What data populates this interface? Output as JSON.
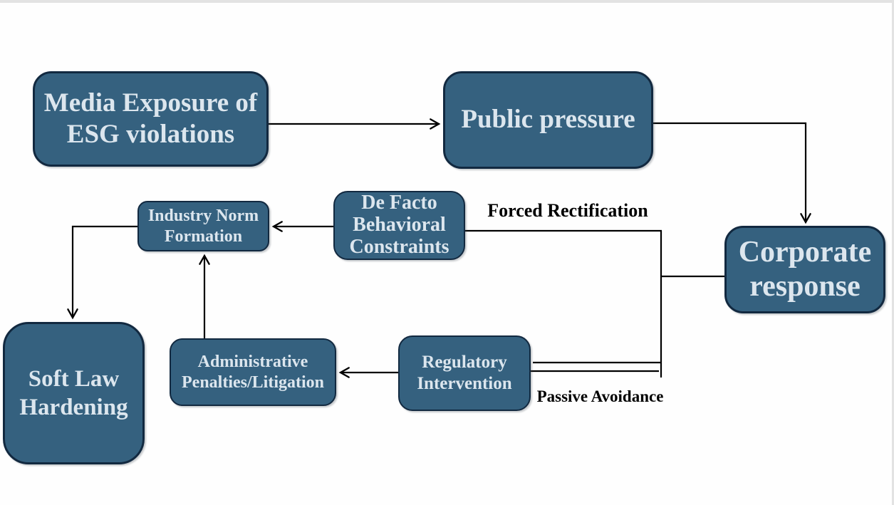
{
  "colors": {
    "canvas_bg": "#fefefe",
    "edge_bar": "#e3e3e3",
    "node_fill": "#35617f",
    "node_border": "#122940",
    "node_text": "#dce6ee",
    "connector_color": "#000000",
    "label_text": "#000000"
  },
  "nodes": {
    "media": {
      "label": "Media Exposure of\nESG violations"
    },
    "public": {
      "label": "Public pressure"
    },
    "corporate": {
      "label": "Corporate\nresponse"
    },
    "defacto": {
      "label": "De Facto\nBehavioral\nConstraints"
    },
    "industry": {
      "label": "Industry Norm\nFormation"
    },
    "regulatory": {
      "label": "Regulatory\nIntervention"
    },
    "admin": {
      "label": "Administrative\nPenalties/Litigation"
    },
    "softlaw": {
      "label": "Soft Law\nHardening"
    }
  },
  "edge_labels": {
    "forced_rectification": "Forced Rectification",
    "passive_avoidance": "Passive Avoidance"
  },
  "edges": [
    {
      "from": "Media Exposure of ESG violations",
      "to": "Public pressure",
      "label": "",
      "arrowhead": true
    },
    {
      "from": "Public pressure",
      "to": "Corporate response",
      "label": "",
      "arrowhead": true
    },
    {
      "from": "Corporate response",
      "to": "De Facto Behavioral Constraints",
      "label": "Forced Rectification",
      "arrowhead": false
    },
    {
      "from": "Corporate response",
      "to": "Regulatory Intervention",
      "label": "Passive Avoidance",
      "arrowhead": false
    },
    {
      "from": "De Facto Behavioral Constraints",
      "to": "Industry Norm Formation",
      "label": "",
      "arrowhead": true
    },
    {
      "from": "Regulatory Intervention",
      "to": "Administrative Penalties/Litigation",
      "label": "",
      "arrowhead": true
    },
    {
      "from": "Administrative Penalties/Litigation",
      "to": "Industry Norm Formation",
      "label": "",
      "arrowhead": true
    },
    {
      "from": "Industry Norm Formation",
      "to": "Soft Law Hardening",
      "label": "",
      "arrowhead": true
    }
  ]
}
